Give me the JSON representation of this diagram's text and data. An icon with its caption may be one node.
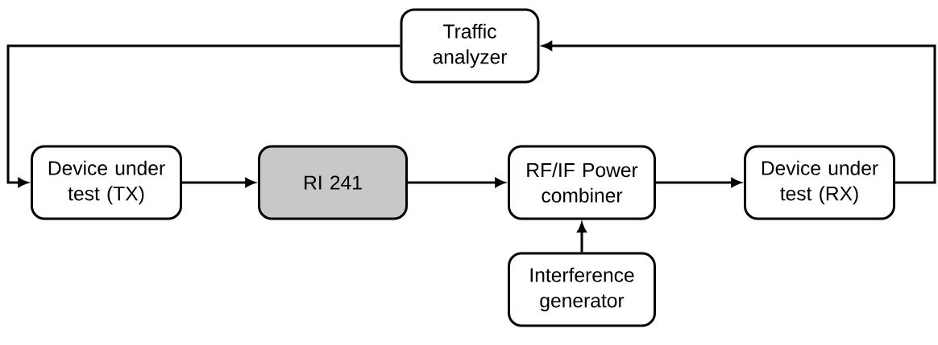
{
  "diagram": {
    "nodes": [
      {
        "text": [
          "Traffic analyzer"
        ]
      },
      {
        "text": [
          "Device under test (TX)"
        ]
      },
      {
        "text": [
          "RI 241"
        ]
      },
      {
        "text": [
          "RF/IF Power combiner"
        ]
      },
      {
        "text": [
          "Device under test (RX)"
        ]
      },
      {
        "text": [
          "Interference generator"
        ]
      }
    ],
    "edges": [
      {
        "from": 1,
        "to": 2,
        "arrow": "to"
      },
      {
        "from": 2,
        "to": 3,
        "arrow": "to"
      },
      {
        "from": 3,
        "to": 4,
        "arrow": "to"
      },
      {
        "from": 5,
        "to": 3,
        "arrow": "to"
      },
      {
        "from": 4,
        "to": 0,
        "arrow": "to"
      },
      {
        "from": 0,
        "to": 1,
        "arrow": "to"
      }
    ]
  }
}
